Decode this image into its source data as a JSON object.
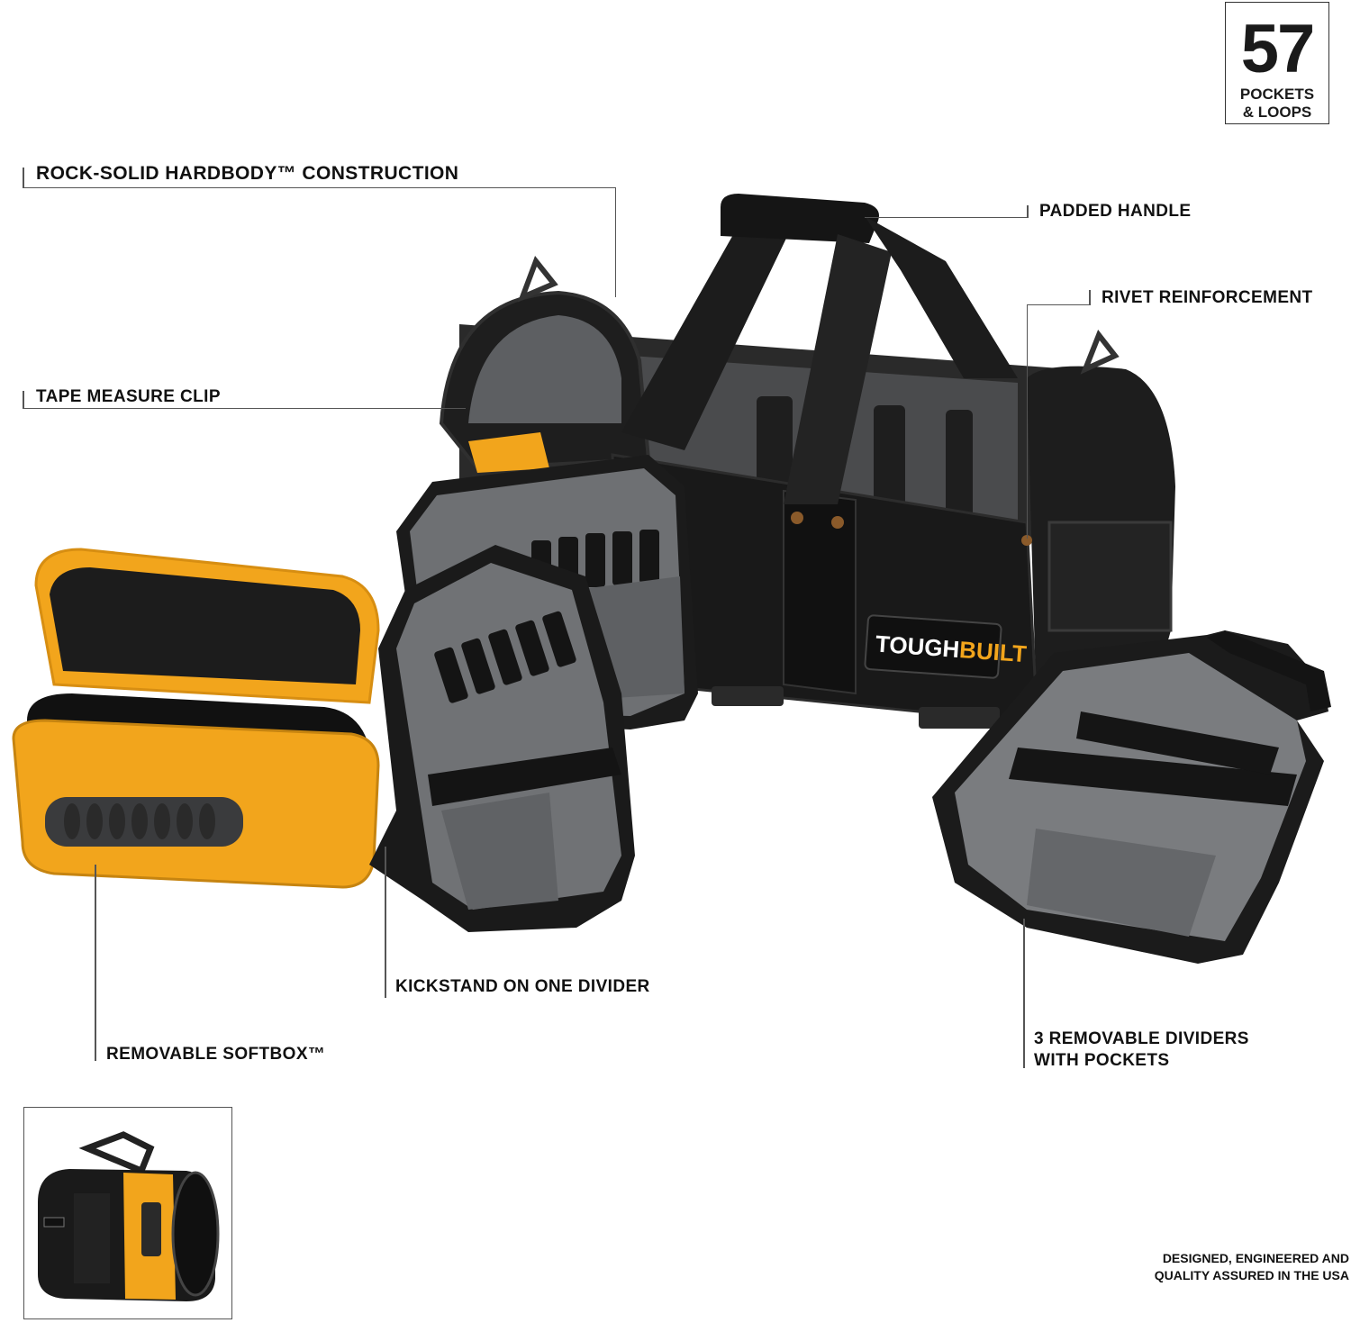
{
  "badge": {
    "number": "57",
    "line1": "POCKETS",
    "line2": "& LOOPS"
  },
  "callouts": {
    "hardbody": "ROCK-SOLID HARDBODY™ CONSTRUCTION",
    "handle": "PADDED HANDLE",
    "rivet": "RIVET REINFORCEMENT",
    "tape": "TAPE MEASURE CLIP",
    "kickstand": "KICKSTAND ON ONE DIVIDER",
    "softbox": "REMOVABLE SOFTBOX™",
    "dividers_line1": "3 REMOVABLE DIVIDERS",
    "dividers_line2": "WITH POCKETS"
  },
  "brand": {
    "tough": "TOUGH",
    "built": "BUILT"
  },
  "footer": {
    "line1": "DESIGNED, ENGINEERED AND",
    "line2": "QUALITY ASSURED IN THE USA"
  },
  "colors": {
    "bag_black": "#1b1b1b",
    "panel_gray": "#6e7073",
    "accent_yellow": "#f2a51c",
    "stitch": "#c9c9c9"
  }
}
